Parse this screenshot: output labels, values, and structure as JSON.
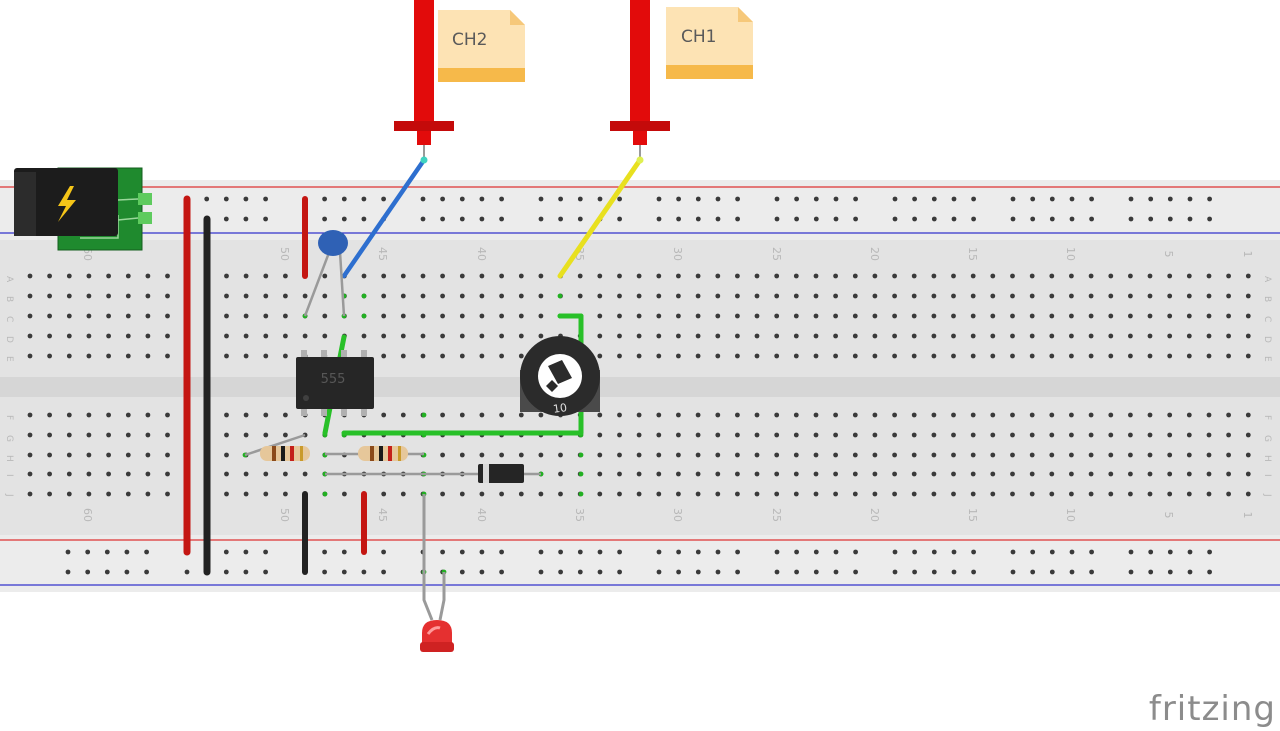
{
  "probes": [
    {
      "label": "CH2"
    },
    {
      "label": "CH1"
    }
  ],
  "chip": {
    "label": "555"
  },
  "pot": {
    "label": "10"
  },
  "breadboard": {
    "row_letters_top": [
      "A",
      "B",
      "C",
      "D",
      "E"
    ],
    "row_letters_bottom": [
      "F",
      "G",
      "H",
      "I",
      "J"
    ],
    "column_numbers_top": [
      "60",
      "55",
      "50",
      "45",
      "40",
      "35",
      "30",
      "25",
      "20",
      "15",
      "10",
      "5",
      "1"
    ],
    "column_numbers_bottom": [
      "60",
      "55",
      "50",
      "45",
      "40",
      "35",
      "30",
      "25",
      "20",
      "15",
      "10",
      "5",
      "1"
    ]
  },
  "logo": {
    "text": "fritzing"
  },
  "colors": {
    "red_wire": "#d0170f",
    "black_wire": "#222222",
    "blue_wire": "#2e6fcf",
    "yellow_wire": "#e8e01f",
    "green_wire": "#28c028",
    "probe_red": "#e20b0b",
    "note_fill": "#fde3b4",
    "note_fold": "#f6b94a"
  }
}
